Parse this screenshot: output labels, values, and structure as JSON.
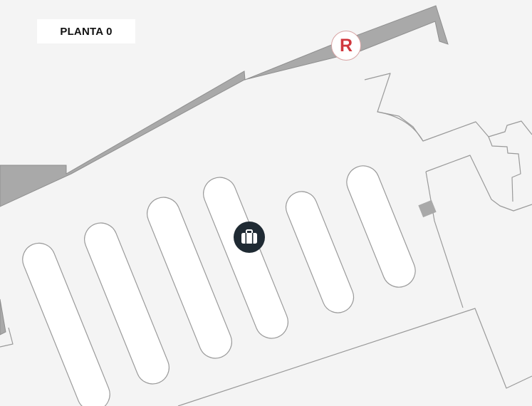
{
  "floor": {
    "label": "PLANTA 0"
  },
  "markers": {
    "restaurant": {
      "letter": "R",
      "icon": "restaurant-marker-icon"
    },
    "baggage_claim": {
      "icon": "luggage-icon"
    }
  },
  "colors": {
    "background": "#f4f4f4",
    "wall": "#a9a9a9",
    "outline": "#9a9a9a",
    "belt_fill": "#ffffff",
    "restaurant_marker": "#d0373d",
    "luggage_marker": "#1f2a33"
  },
  "map": {
    "belt_count": 6
  }
}
